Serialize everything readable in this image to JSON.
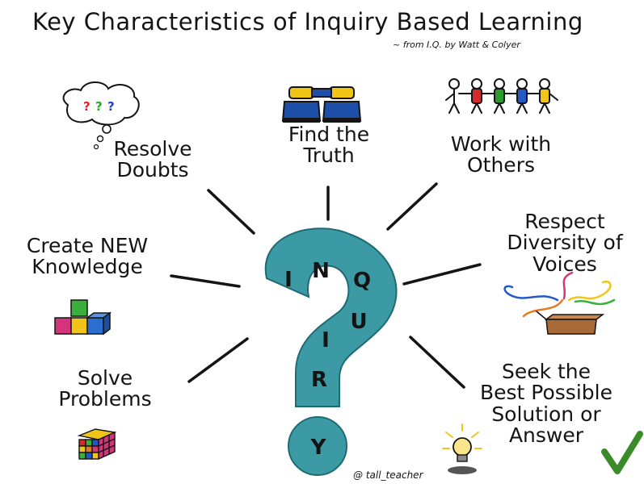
{
  "header": {
    "title": "Key Characteristics of Inquiry Based Learning",
    "subtitle": "~ from I.Q. by Watt & Colyer"
  },
  "center": {
    "letters": [
      "I",
      "N",
      "Q",
      "U",
      "I",
      "R",
      "Y"
    ],
    "fill_color": "#3b9aa4"
  },
  "characteristics": [
    {
      "lines": [
        "Resolve",
        "Doubts"
      ],
      "icon": "thought-bubble-icon"
    },
    {
      "lines": [
        "Find the",
        "Truth"
      ],
      "icon": "binoculars-icon"
    },
    {
      "lines": [
        "Work with",
        "Others"
      ],
      "icon": "people-holding-hands-icon"
    },
    {
      "lines": [
        "Create NEW",
        "Knowledge"
      ],
      "icon": "building-blocks-icon"
    },
    {
      "lines": [
        "Respect",
        "Diversity of",
        "Voices"
      ],
      "icon": "box-with-streamers-icon"
    },
    {
      "lines": [
        "Solve",
        "Problems"
      ],
      "icon": "rubiks-cube-icon"
    },
    {
      "lines": [
        "Seek the",
        "Best Possible",
        "Solution or",
        "Answer"
      ],
      "icon": "lightbulb-icon"
    }
  ],
  "bubble_text": "???",
  "checkmark": {
    "icon": "checkmark-icon",
    "color": "#3a8a2a"
  },
  "credit": "@ tall_teacher"
}
